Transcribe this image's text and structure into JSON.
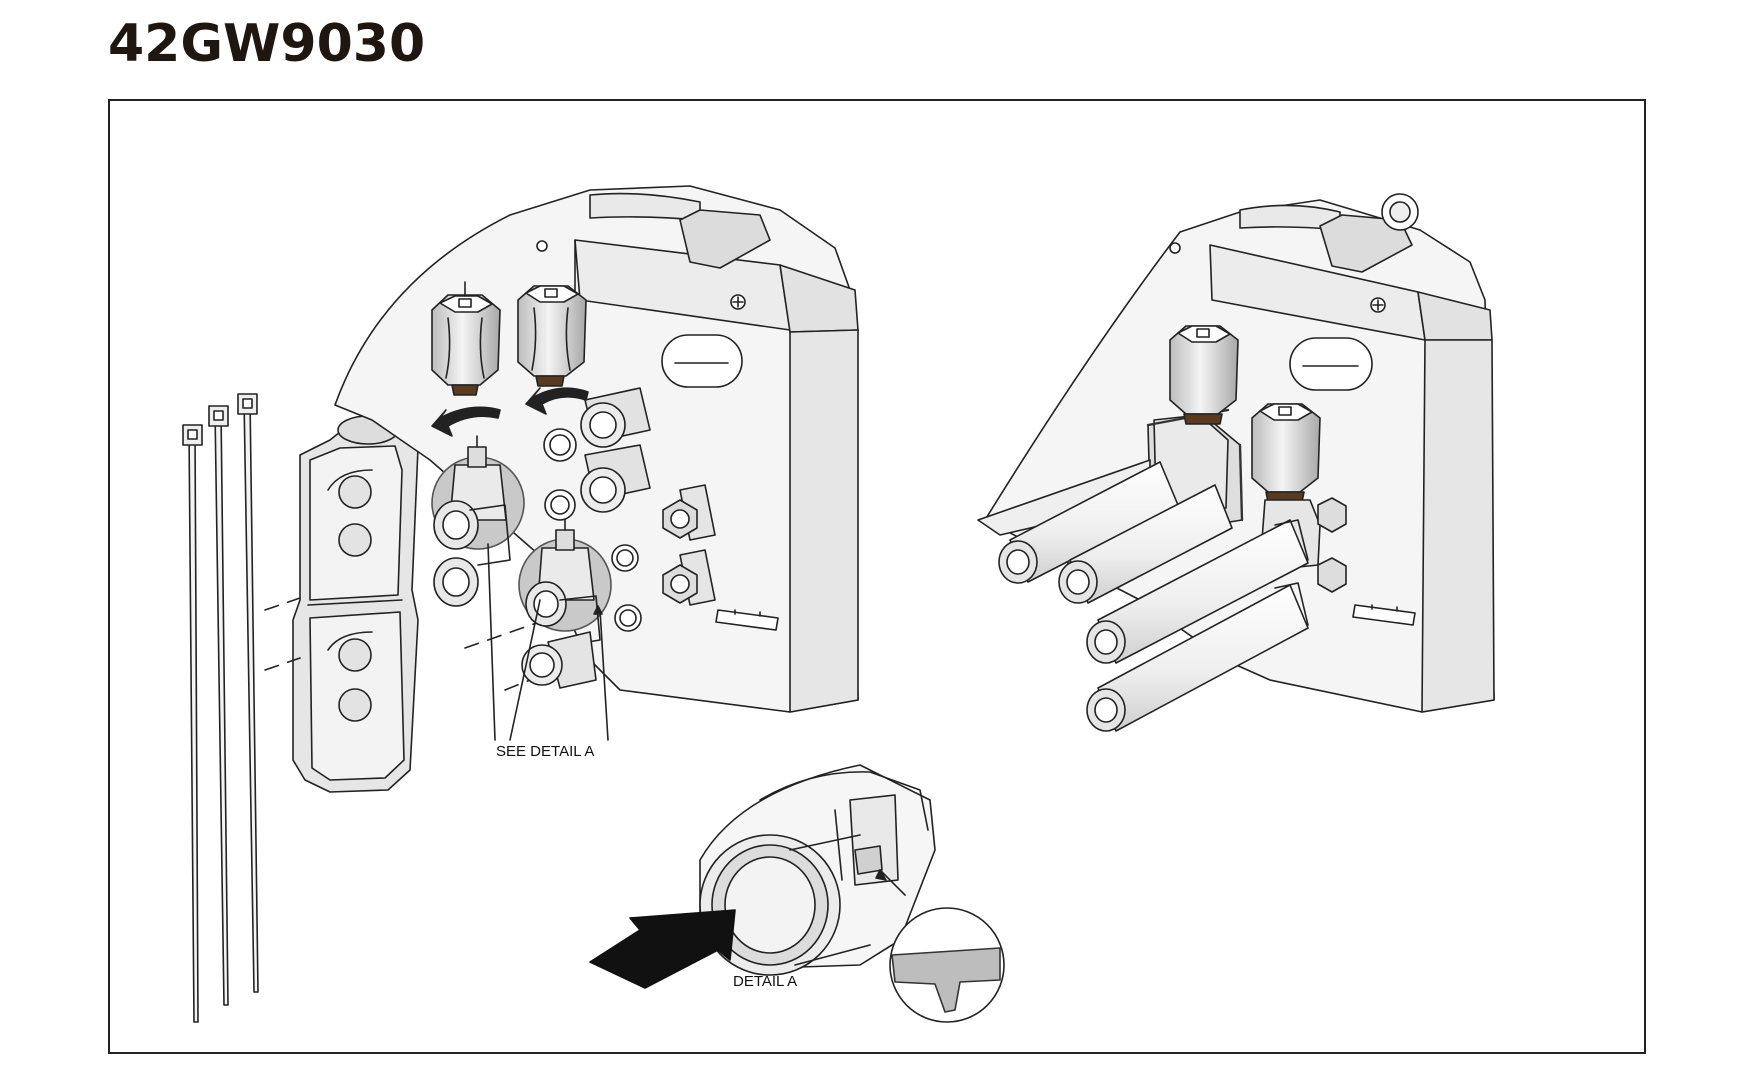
{
  "header": {
    "title": "42GW9030"
  },
  "callouts": {
    "see_detail": "SEE DETAIL  A",
    "detail_label": "DETAIL  A"
  },
  "colors": {
    "line": "#222222",
    "fill_light": "#f1f1f1",
    "fill_shade": "#d6d6d6",
    "detail_circle": "#bdbdbd",
    "arrow": "#111111",
    "title": "#1f1610"
  }
}
